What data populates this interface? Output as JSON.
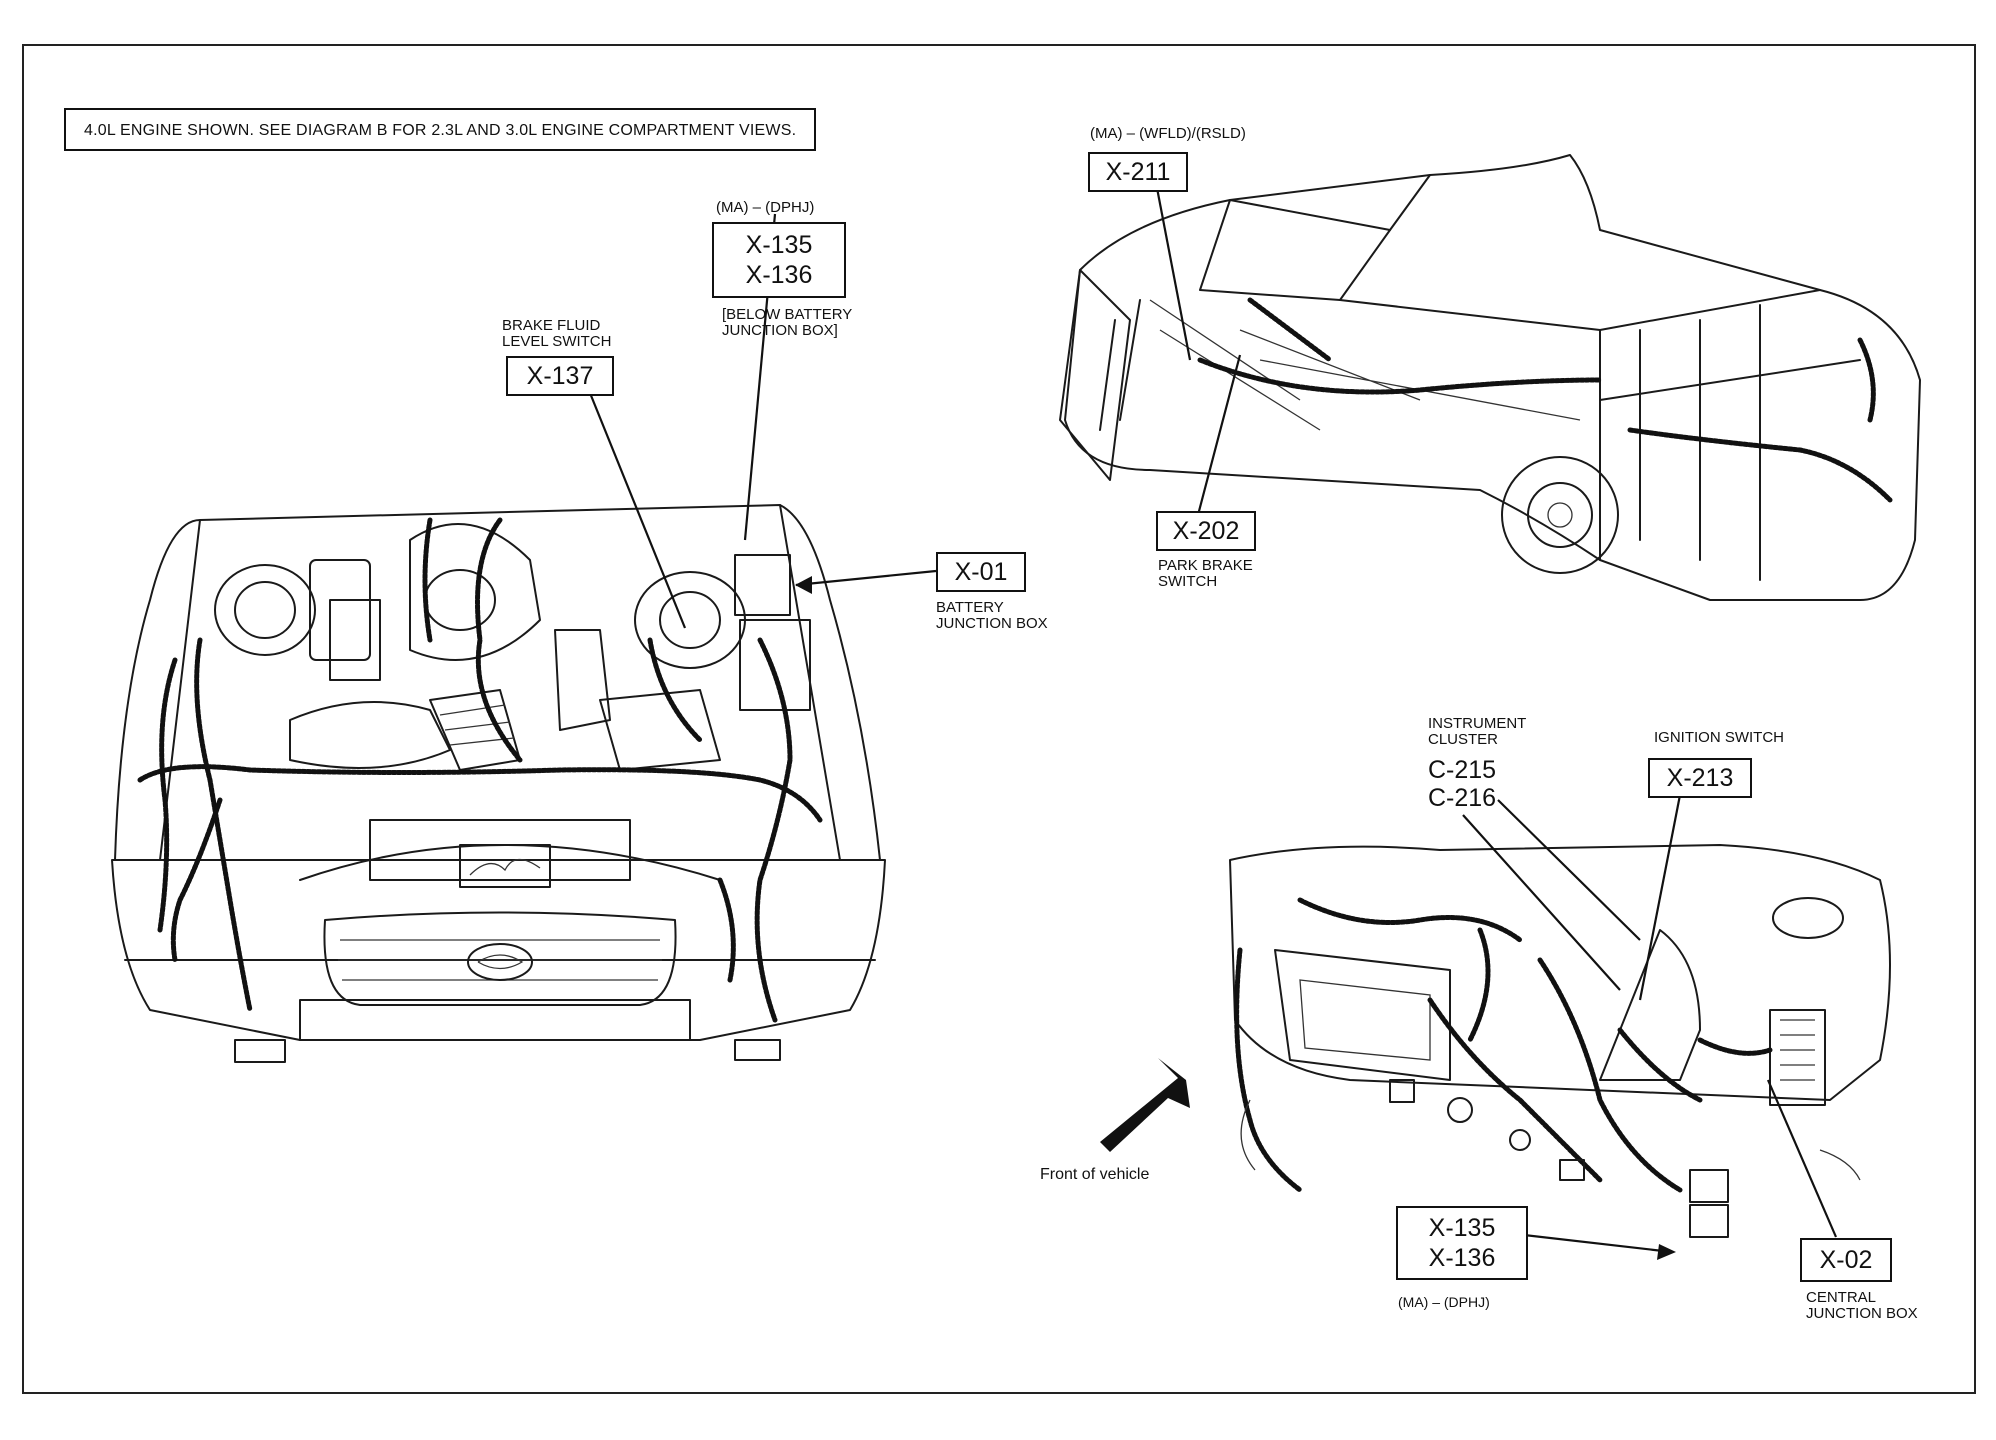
{
  "note": "4.0L ENGINE SHOWN. SEE DIAGRAM B FOR 2.3L AND 3.0L ENGINE COMPARTMENT VIEWS.",
  "engine_view": {
    "x135_group": {
      "qualifier": "(MA) – (DPHJ)",
      "lines": [
        "X-135",
        "X-136"
      ],
      "caption": "[BELOW BATTERY\nJUNCTION BOX]"
    },
    "x137": {
      "caption": "BRAKE FLUID\nLEVEL SWITCH",
      "code": "X-137"
    },
    "x01": {
      "code": "X-01",
      "caption": "BATTERY\nJUNCTION BOX"
    }
  },
  "truck_view": {
    "x211": {
      "qualifier": "(MA) – (WFLD)/(RSLD)",
      "code": "X-211"
    },
    "x202": {
      "code": "X-202",
      "caption": "PARK BRAKE\nSWITCH"
    }
  },
  "dash_view": {
    "cluster": {
      "caption": "INSTRUMENT\nCLUSTER",
      "lines": [
        "C-215",
        "C-216"
      ]
    },
    "x213": {
      "caption": "IGNITION SWITCH",
      "code": "X-213"
    },
    "x135_group": {
      "lines": [
        "X-135",
        "X-136"
      ],
      "qualifier": "(MA) – (DPHJ)"
    },
    "x02": {
      "code": "X-02",
      "caption": "CENTRAL\nJUNCTION BOX"
    },
    "front_label": "Front of vehicle"
  }
}
